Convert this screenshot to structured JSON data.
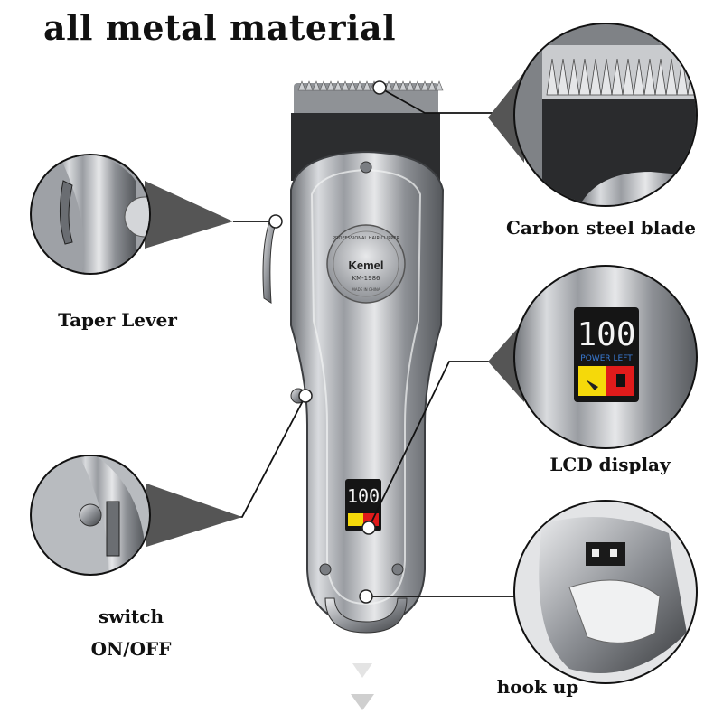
{
  "title": "all metal material",
  "product": {
    "brand": "Kemel",
    "model": "KM-1986",
    "emblem_top": "PROFESSIONAL HAIR CLIPPER",
    "emblem_bottom": "MADE IN CHINA",
    "display_value": "100",
    "display_caption": "POWER LEFT",
    "icon_colors": {
      "oil": "#f5d90a",
      "plug": "#e01b1b",
      "lcd": "#111111",
      "body": "#b9bcc1"
    }
  },
  "callouts": {
    "blade": "Carbon steel blade",
    "lever": "Taper Lever",
    "lcd": "LCD display",
    "switch_line1": "switch",
    "switch_line2": "ON/OFF",
    "hook": "hook up"
  },
  "icons": [
    "scroll-down-arrow-icon",
    "scroll-down-arrow-icon"
  ]
}
